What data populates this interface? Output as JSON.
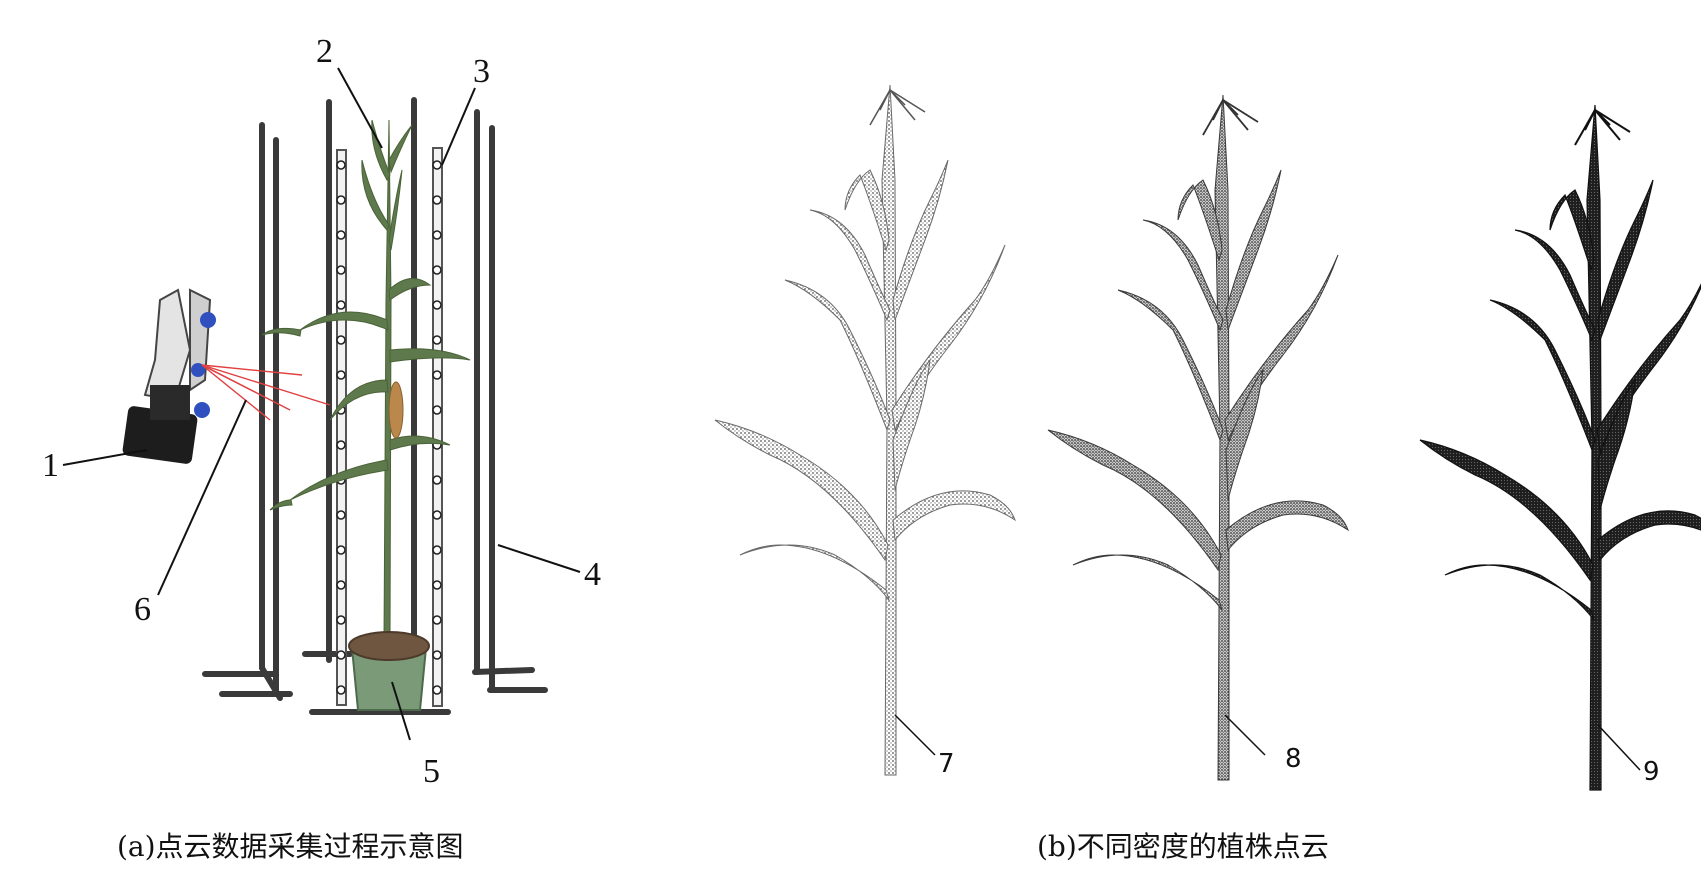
{
  "panel_a": {
    "caption": "(a)点云数据采集过程示意图",
    "labels": {
      "l1": "1",
      "l2": "2",
      "l3": "3",
      "l4": "4",
      "l5": "5",
      "l6": "6"
    }
  },
  "panel_b": {
    "caption": "(b)不同密度的植株点云",
    "labels": {
      "l7": "7",
      "l8": "8",
      "l9": "9"
    }
  },
  "colors": {
    "frame": "#3a3a3a",
    "plant_green": "#5e7a4c",
    "pot": "#7a9a78",
    "laser": "#e04040",
    "scanner_blue": "#3050c0"
  }
}
